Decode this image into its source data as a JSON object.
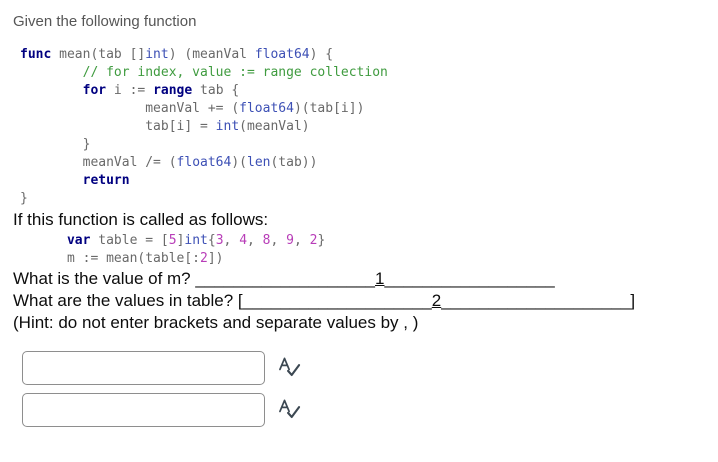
{
  "page": {
    "title": "Given the following function"
  },
  "code_blocks": [
    {
      "name": "function-definition",
      "lines": [
        [
          [
            "k",
            "func"
          ],
          [
            "p",
            " mean(tab []"
          ],
          [
            "t",
            "int"
          ],
          [
            "p",
            ") (meanVal "
          ],
          [
            "t",
            "float64"
          ],
          [
            "p",
            ") {"
          ]
        ],
        [
          [
            "c",
            "        // for index, value := range collection"
          ]
        ],
        [
          [
            "p",
            "        "
          ],
          [
            "k",
            "for"
          ],
          [
            "p",
            " i := "
          ],
          [
            "k",
            "range"
          ],
          [
            "p",
            " tab {"
          ]
        ],
        [
          [
            "p",
            "                meanVal += ("
          ],
          [
            "t",
            "float64"
          ],
          [
            "p",
            ")(tab[i])"
          ]
        ],
        [
          [
            "p",
            "                tab[i] = "
          ],
          [
            "t",
            "int"
          ],
          [
            "p",
            "(meanVal)"
          ]
        ],
        [
          [
            "p",
            "        }"
          ]
        ],
        [
          [
            "p",
            "        meanVal /= ("
          ],
          [
            "t",
            "float64"
          ],
          [
            "p",
            ")("
          ],
          [
            "t",
            "len"
          ],
          [
            "p",
            "(tab))"
          ]
        ],
        [
          [
            "p",
            "        "
          ],
          [
            "k",
            "return"
          ]
        ],
        [
          [
            "p",
            "}"
          ]
        ]
      ]
    },
    {
      "name": "function-call",
      "lines": [
        [
          [
            "p",
            "      "
          ],
          [
            "k",
            "var"
          ],
          [
            "p",
            " table = ["
          ],
          [
            "n",
            "5"
          ],
          [
            "p",
            "]"
          ],
          [
            "t",
            "int"
          ],
          [
            "p",
            "{"
          ],
          [
            "n",
            "3"
          ],
          [
            "p",
            ", "
          ],
          [
            "n",
            "4"
          ],
          [
            "p",
            ", "
          ],
          [
            "n",
            "8"
          ],
          [
            "p",
            ", "
          ],
          [
            "n",
            "9"
          ],
          [
            "p",
            ", "
          ],
          [
            "n",
            "2"
          ],
          [
            "p",
            "}"
          ]
        ],
        [
          [
            "p",
            "      m := mean(table[:"
          ],
          [
            "n",
            "2"
          ],
          [
            "p",
            "])"
          ]
        ]
      ]
    }
  ],
  "questions": {
    "intro": "If this function is called as follows:",
    "q1": {
      "prefix": "What is the value of m? ",
      "blank_left": "___________________",
      "marker": "1",
      "blank_right": "__________________"
    },
    "q2": {
      "prefix": "What are the values in table? ",
      "bracket_open": "[",
      "blank_left": "____________________",
      "marker": "2",
      "blank_right": "____________________",
      "bracket_close": "]"
    },
    "hint": "(Hint: do not enter brackets and separate values by , )"
  },
  "answers": [
    {
      "value": "",
      "icon": "spellcheck-icon"
    },
    {
      "value": "",
      "icon": "spellcheck-icon"
    }
  ],
  "colors": {
    "title": "#565656",
    "code_plain": "#696969",
    "code_keyword": "#000080",
    "code_type": "#3d50b5",
    "code_number": "#b83db8",
    "code_comment": "#3f9b3f",
    "question_text": "#0d0d0d",
    "input_border": "#8e8e8e",
    "icon": "#3c4852"
  }
}
